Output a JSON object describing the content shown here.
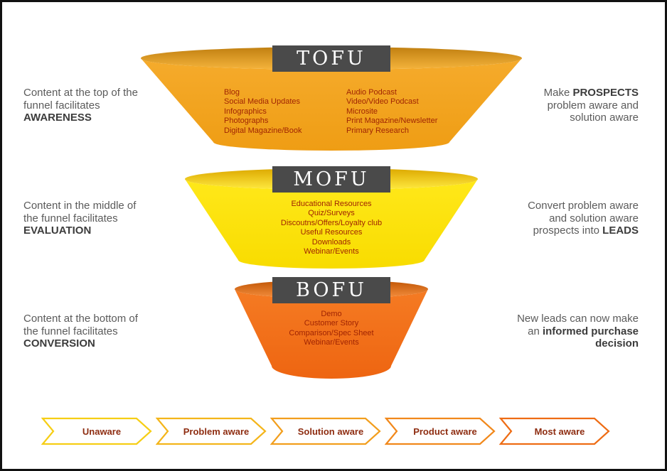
{
  "funnel": {
    "tofu": {
      "label": "TOFU",
      "body_color": "#F2A41F",
      "items_left": [
        "Blog",
        "Social Media Updates",
        "Infographics",
        "Photographs",
        "Digital Magazine/Book"
      ],
      "items_right": [
        "Audio Podcast",
        "Video/Video Podcast",
        "Microsite",
        "Print Magazine/Newsletter",
        "Primary Research"
      ]
    },
    "mofu": {
      "label": "MOFU",
      "body_color": "#FFE512",
      "items": [
        "Educational Resources",
        "Quiz/Surveys",
        "Discoutns/Offers/Loyalty club",
        "Useful Resources",
        "Downloads",
        "Webinar/Events"
      ]
    },
    "bofu": {
      "label": "BOFU",
      "body_color": "#F2701B",
      "items": [
        "Demo",
        "Customer Story",
        "Comparison/Spec Sheet",
        "Webinar/Events"
      ]
    },
    "label_bg": "#4A4A4A",
    "item_text_color": "#A02403"
  },
  "notes_left": [
    {
      "pre": "Content at the top of the funnel facilitates ",
      "bold": "AWARENESS"
    },
    {
      "pre": "Content in the middle of the funnel facilitates ",
      "bold": "EVALUATION"
    },
    {
      "pre": "Content at the bottom of the funnel facilitates ",
      "bold": "CONVERSION"
    }
  ],
  "notes_right": [
    {
      "pre": "Make ",
      "bold": "PROSPECTS",
      "post": " problem aware and solution aware"
    },
    {
      "pre": "Convert problem aware and solution aware prospects into ",
      "bold": "LEADS",
      "post": ""
    },
    {
      "pre": "New leads can now make an ",
      "bold": "informed purchase decision",
      "post": ""
    }
  ],
  "stages": [
    {
      "label": "Unaware",
      "color": "#F6CE15"
    },
    {
      "label": "Problem aware",
      "color": "#F4B51A"
    },
    {
      "label": "Solution aware",
      "color": "#F29E1D"
    },
    {
      "label": "Product aware",
      "color": "#F1881B"
    },
    {
      "label": "Most aware",
      "color": "#EE6C14"
    }
  ],
  "stage_text_color": "#8E2D11"
}
